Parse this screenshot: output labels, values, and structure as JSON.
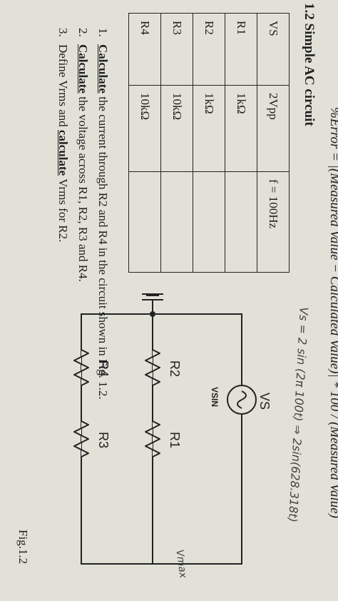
{
  "header": {
    "formula": "%Error = |(Measured Value − Calculated Value)| * 100 / (Measured Value)",
    "section_title": "1.2 Simple AC circuit",
    "handwritten_vs": "Vs = 2 sin (2π 100t) ⇒ 2sin(628.318t)",
    "handwritten_vmax": "Vmax"
  },
  "table": {
    "rows": [
      [
        "VS",
        "2Vpp",
        "f = 100Hz"
      ],
      [
        "R1",
        "1kΩ",
        ""
      ],
      [
        "R2",
        "1kΩ",
        ""
      ],
      [
        "R3",
        "10kΩ",
        ""
      ],
      [
        "R4",
        "10kΩ",
        ""
      ]
    ]
  },
  "tasks": [
    {
      "num": "1.",
      "key": "Calculate",
      "text": "the current through R2 and R4 in the circuit shown in Fig. 1.2."
    },
    {
      "num": "2.",
      "key": "Calculate",
      "text": "the voltage across R1, R2, R3 and R4."
    },
    {
      "num": "3.",
      "pre": "Define Vrms and ",
      "key": "calculate",
      "text": "Vrms for R2."
    }
  ],
  "circuit": {
    "source_label": "VS",
    "source_type": "VSIN",
    "r1": "R1",
    "r2": "R2",
    "r3": "R3",
    "r4": "R4"
  },
  "figure_caption": "Fig.1.2"
}
